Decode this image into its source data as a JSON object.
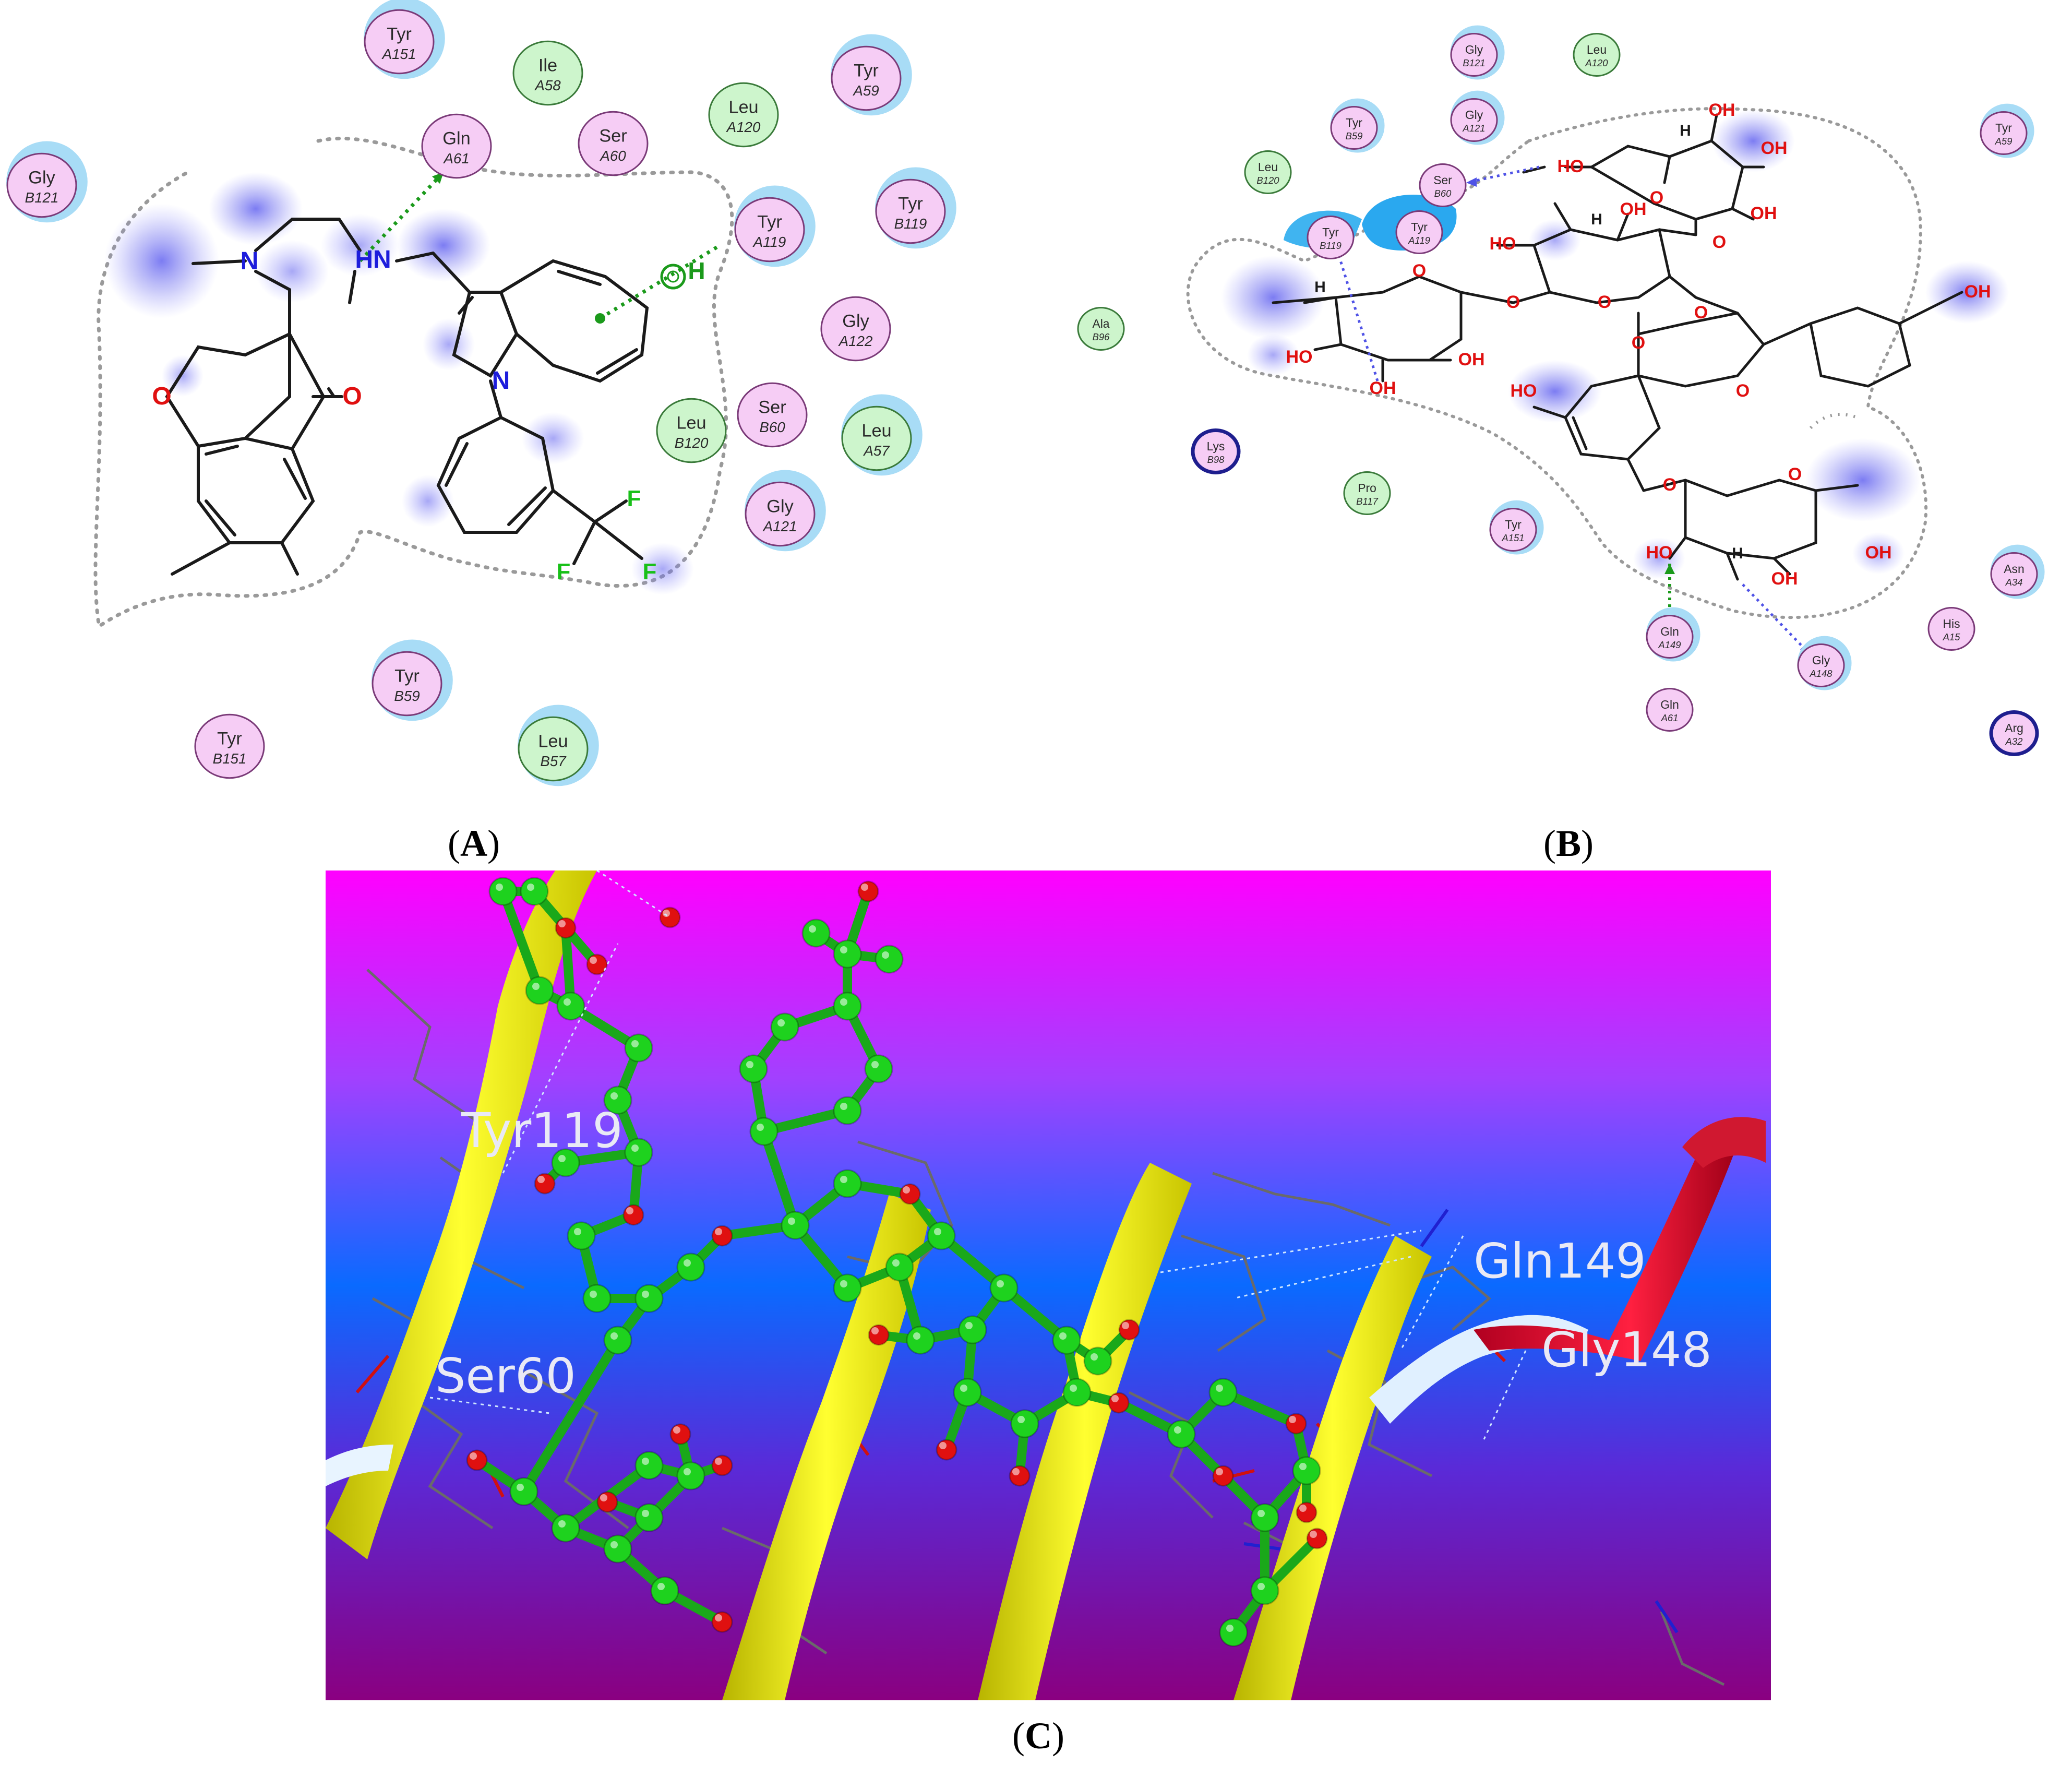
{
  "panels": [
    {
      "id": "A",
      "label": "A"
    },
    {
      "id": "B",
      "label": "B"
    },
    {
      "id": "C",
      "label": "C"
    }
  ],
  "panelA": {
    "residues": [
      {
        "name": "Tyr",
        "chain": "A151",
        "type": "polar"
      },
      {
        "name": "Ile",
        "chain": "A58",
        "type": "hydrophobic"
      },
      {
        "name": "Tyr",
        "chain": "A59",
        "type": "polar"
      },
      {
        "name": "Gly",
        "chain": "B121",
        "type": "polar"
      },
      {
        "name": "Gln",
        "chain": "A61",
        "type": "polar"
      },
      {
        "name": "Ser",
        "chain": "A60",
        "type": "polar"
      },
      {
        "name": "Leu",
        "chain": "A120",
        "type": "hydrophobic"
      },
      {
        "name": "Tyr",
        "chain": "A119",
        "type": "polar"
      },
      {
        "name": "Tyr",
        "chain": "B119",
        "type": "polar"
      },
      {
        "name": "Gly",
        "chain": "A122",
        "type": "polar"
      },
      {
        "name": "Leu",
        "chain": "B120",
        "type": "hydrophobic"
      },
      {
        "name": "Ser",
        "chain": "B60",
        "type": "polar"
      },
      {
        "name": "Leu",
        "chain": "A57",
        "type": "hydrophobic"
      },
      {
        "name": "Gly",
        "chain": "A121",
        "type": "polar"
      },
      {
        "name": "Tyr",
        "chain": "B59",
        "type": "polar"
      },
      {
        "name": "Tyr",
        "chain": "B151",
        "type": "polar"
      },
      {
        "name": "Leu",
        "chain": "B57",
        "type": "hydrophobic"
      }
    ],
    "atoms": {
      "n1": "N",
      "hn": "HN",
      "n_indole": "N",
      "o_ring": "O",
      "o_keto": "O",
      "f1": "F",
      "f2": "F",
      "f3": "F",
      "h_pi": "H"
    }
  },
  "panelB": {
    "residues": [
      {
        "name": "Gly",
        "chain": "B121",
        "type": "polar"
      },
      {
        "name": "Leu",
        "chain": "A120",
        "type": "hydrophobic"
      },
      {
        "name": "Tyr",
        "chain": "B59",
        "type": "polar"
      },
      {
        "name": "Gly",
        "chain": "A121",
        "type": "polar"
      },
      {
        "name": "Tyr",
        "chain": "A59",
        "type": "polar"
      },
      {
        "name": "Leu",
        "chain": "B120",
        "type": "hydrophobic"
      },
      {
        "name": "Ser",
        "chain": "B60",
        "type": "polar"
      },
      {
        "name": "Tyr",
        "chain": "B119",
        "type": "polar"
      },
      {
        "name": "Tyr",
        "chain": "A119",
        "type": "polar"
      },
      {
        "name": "Ala",
        "chain": "B96",
        "type": "hydrophobic"
      },
      {
        "name": "Lys",
        "chain": "B98",
        "type": "basic"
      },
      {
        "name": "Pro",
        "chain": "B117",
        "type": "hydrophobic"
      },
      {
        "name": "Tyr",
        "chain": "A151",
        "type": "polar"
      },
      {
        "name": "Gln",
        "chain": "A149",
        "type": "polar"
      },
      {
        "name": "Gly",
        "chain": "A148",
        "type": "polar"
      },
      {
        "name": "His",
        "chain": "A15",
        "type": "polar"
      },
      {
        "name": "Asn",
        "chain": "A34",
        "type": "polar"
      },
      {
        "name": "Gln",
        "chain": "A61",
        "type": "polar"
      },
      {
        "name": "Arg",
        "chain": "A32",
        "type": "basic"
      }
    ],
    "atoms": {
      "oh": "OH",
      "ho": "HO",
      "o": "O",
      "h": "H"
    }
  },
  "panelC": {
    "labels": [
      "Tyr119",
      "Ser60",
      "Gln149",
      "Gly148"
    ]
  },
  "colors": {
    "polar_fill": "#f6cdf5",
    "hydrophobic_fill": "#cdf5cc",
    "polar_stroke": "#7a3a78",
    "hydrophobic_stroke": "#3a7a3a",
    "basic_stroke": "#1e1e8e",
    "hbond_green": "#1b9a1b",
    "hbond_blue": "#4f52e6",
    "carbon_green": "#1ed21e",
    "oxygen_red": "#e01010",
    "ribbon_yellow": "#f4f000",
    "ribbon_red": "#e0142a",
    "bg_top": "#ff00ff",
    "bg_mid": "#0a6aff",
    "bg_bottom": "#8a0080"
  }
}
